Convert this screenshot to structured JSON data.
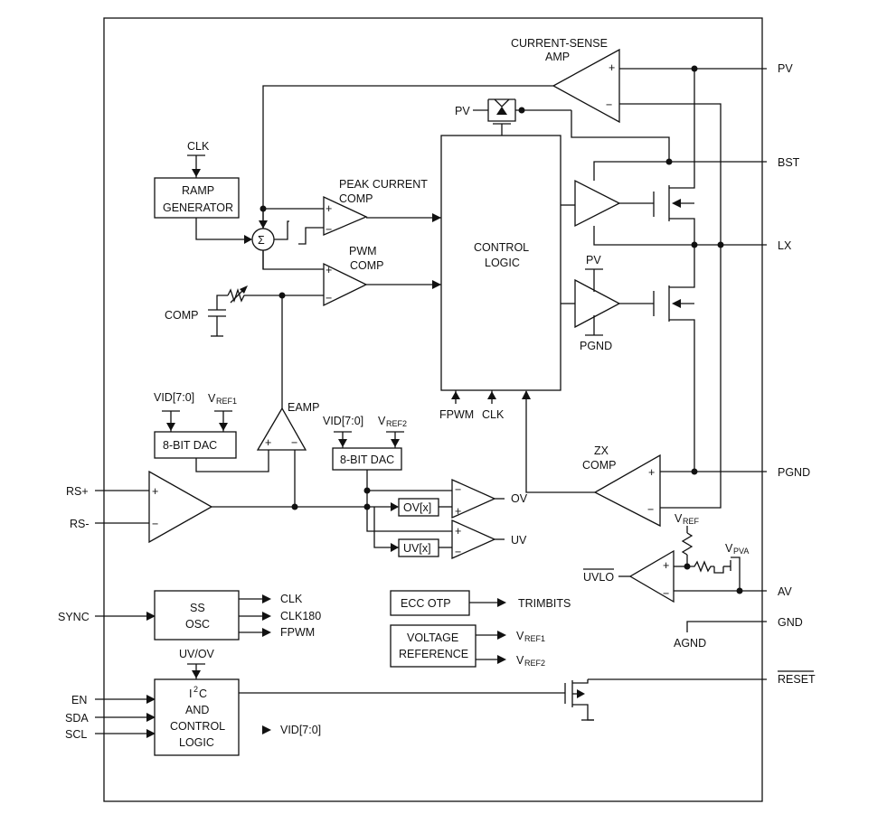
{
  "pins_right": {
    "pv": "PV",
    "bst": "BST",
    "lx": "LX",
    "pgnd": "PGND",
    "av": "AV",
    "gnd": "GND",
    "reset": "RESET"
  },
  "pins_left": {
    "rs_plus": "RS+",
    "rs_minus": "RS-",
    "sync": "SYNC",
    "en": "EN",
    "sda": "SDA",
    "scl": "SCL",
    "comp": "COMP"
  },
  "blocks": {
    "current_sense_amp": "CURRENT-SENSE",
    "current_sense_amp_2": "AMP",
    "ramp_gen_1": "RAMP",
    "ramp_gen_2": "GENERATOR",
    "peak_comp_1": "PEAK CURRENT",
    "peak_comp_2": "COMP",
    "pwm_comp_1": "PWM",
    "pwm_comp_2": "COMP",
    "control_logic_1": "CONTROL",
    "control_logic_2": "LOGIC",
    "eamp": "EAMP",
    "dac1": "8-BIT DAC",
    "dac2": "8-BIT DAC",
    "zx_comp_1": "ZX",
    "zx_comp_2": "COMP",
    "ov_box": "OV[x]",
    "uv_box": "UV[x]",
    "ss_osc_1": "SS",
    "ss_osc_2": "OSC",
    "ecc_otp": "ECC OTP",
    "voltage_ref_1": "VOLTAGE",
    "voltage_ref_2": "REFERENCE",
    "i2c_1": "I",
    "i2c_sup": "2",
    "i2c_2": "C",
    "i2c_3": "AND",
    "i2c_4": "CONTROL",
    "i2c_5": "LOGIC",
    "sigma": "Σ"
  },
  "signals": {
    "clk_ramp": "CLK",
    "pv_top": "PV",
    "pv_driver": "PV",
    "pgnd_driver": "PGND",
    "fpwm": "FPWM",
    "clk_ctrl": "CLK",
    "vid_1": "VID[7:0]",
    "vref1_main": "V",
    "vref1_sub": "REF1",
    "vid_2": "VID[7:0]",
    "vref2_main": "V",
    "vref2_sub": "REF2",
    "ov": "OV",
    "uv": "UV",
    "vref_main": "V",
    "vref_sub": "REF",
    "vpva_main": "V",
    "vpva_sub": "PVA",
    "uvlo": "UVLO",
    "agnd": "AGND",
    "clk_out": "CLK",
    "clk180": "CLK180",
    "fpwm_out": "FPWM",
    "trimbits": "TRIMBITS",
    "vref1_out_main": "V",
    "vref1_out_sub": "REF1",
    "vref2_out_main": "V",
    "vref2_out_sub": "REF2",
    "uv_ov_in": "UV/OV",
    "vid_out": "VID[7:0]",
    "plus": "+",
    "minus": "−"
  }
}
